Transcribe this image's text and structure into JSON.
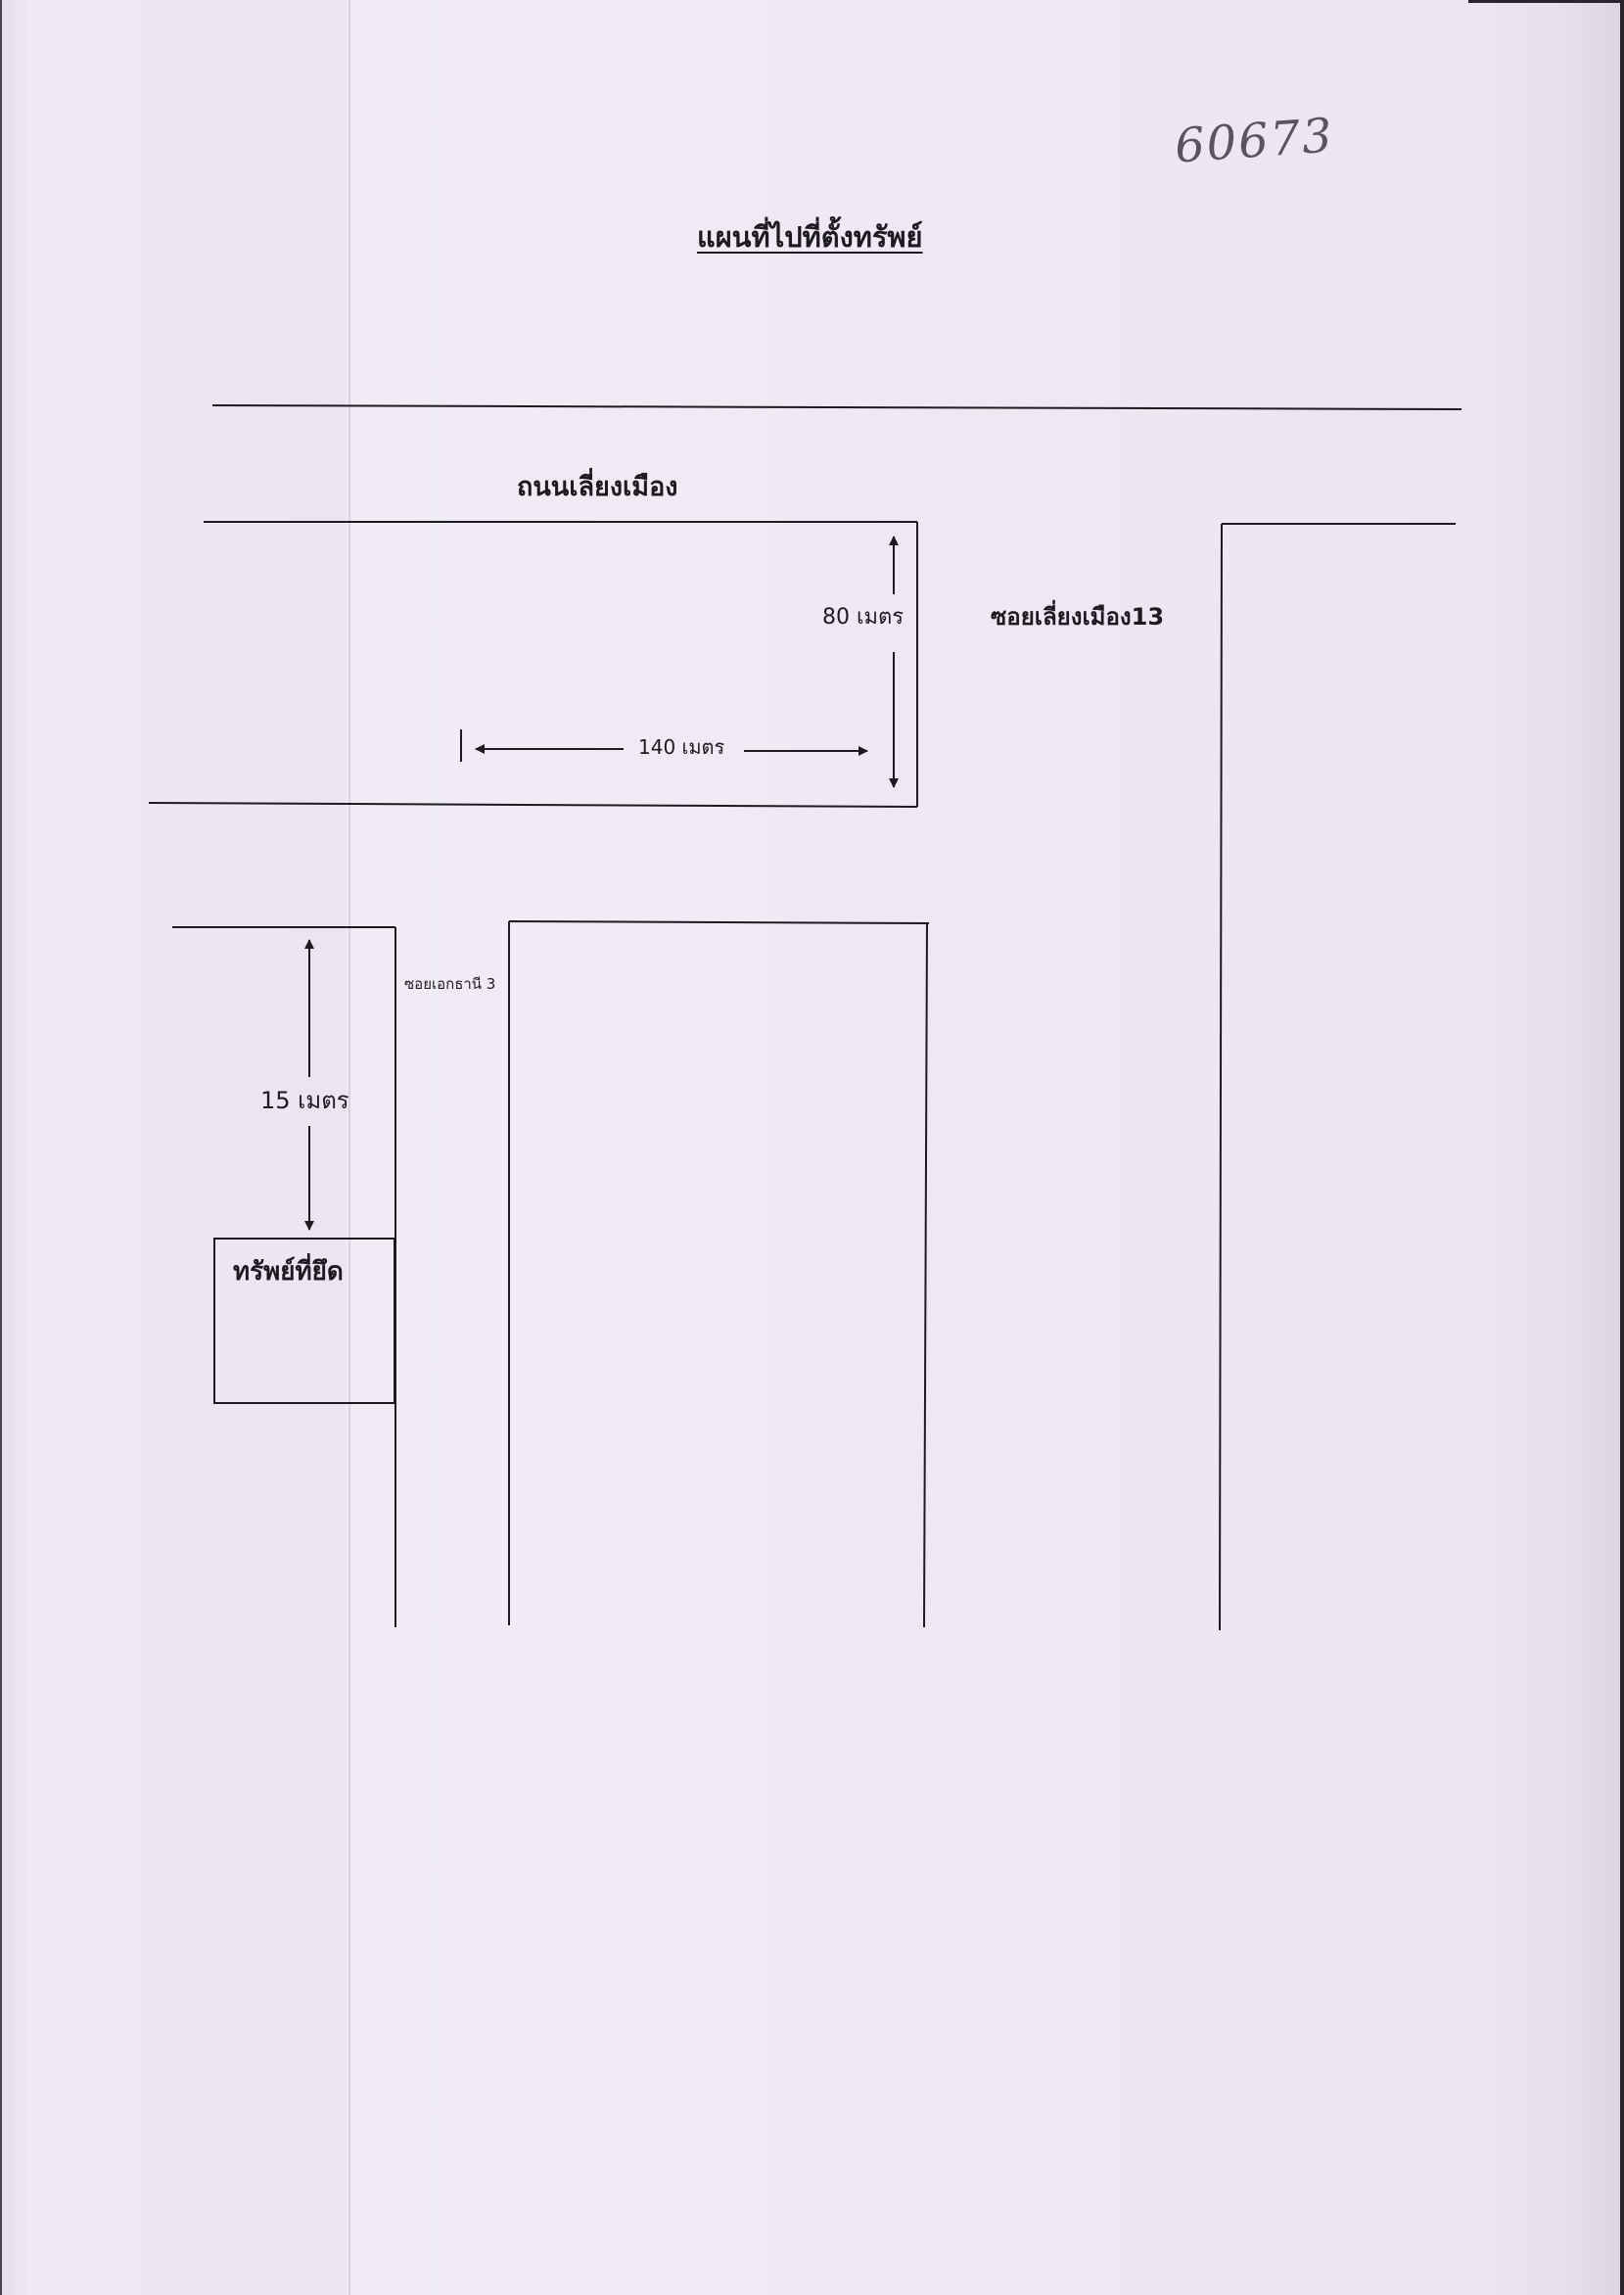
{
  "document_number": "60673",
  "title": "แผนที่ไปที่ตั้งทรัพย์",
  "roads": {
    "main_road": "ถนนเลี่ยงเมือง",
    "soi_13": "ซอยเลี่ยงเมือง13",
    "soi_3": "ซอยเอกธานี 3"
  },
  "distances": {
    "d80": "80 เมตร",
    "d140": "140 เมตร",
    "d15": "15 เมตร"
  },
  "property_label": "ทรัพย์ที่ยึด",
  "colors": {
    "paper": "#ece6f1",
    "ink": "#1e1a22"
  }
}
